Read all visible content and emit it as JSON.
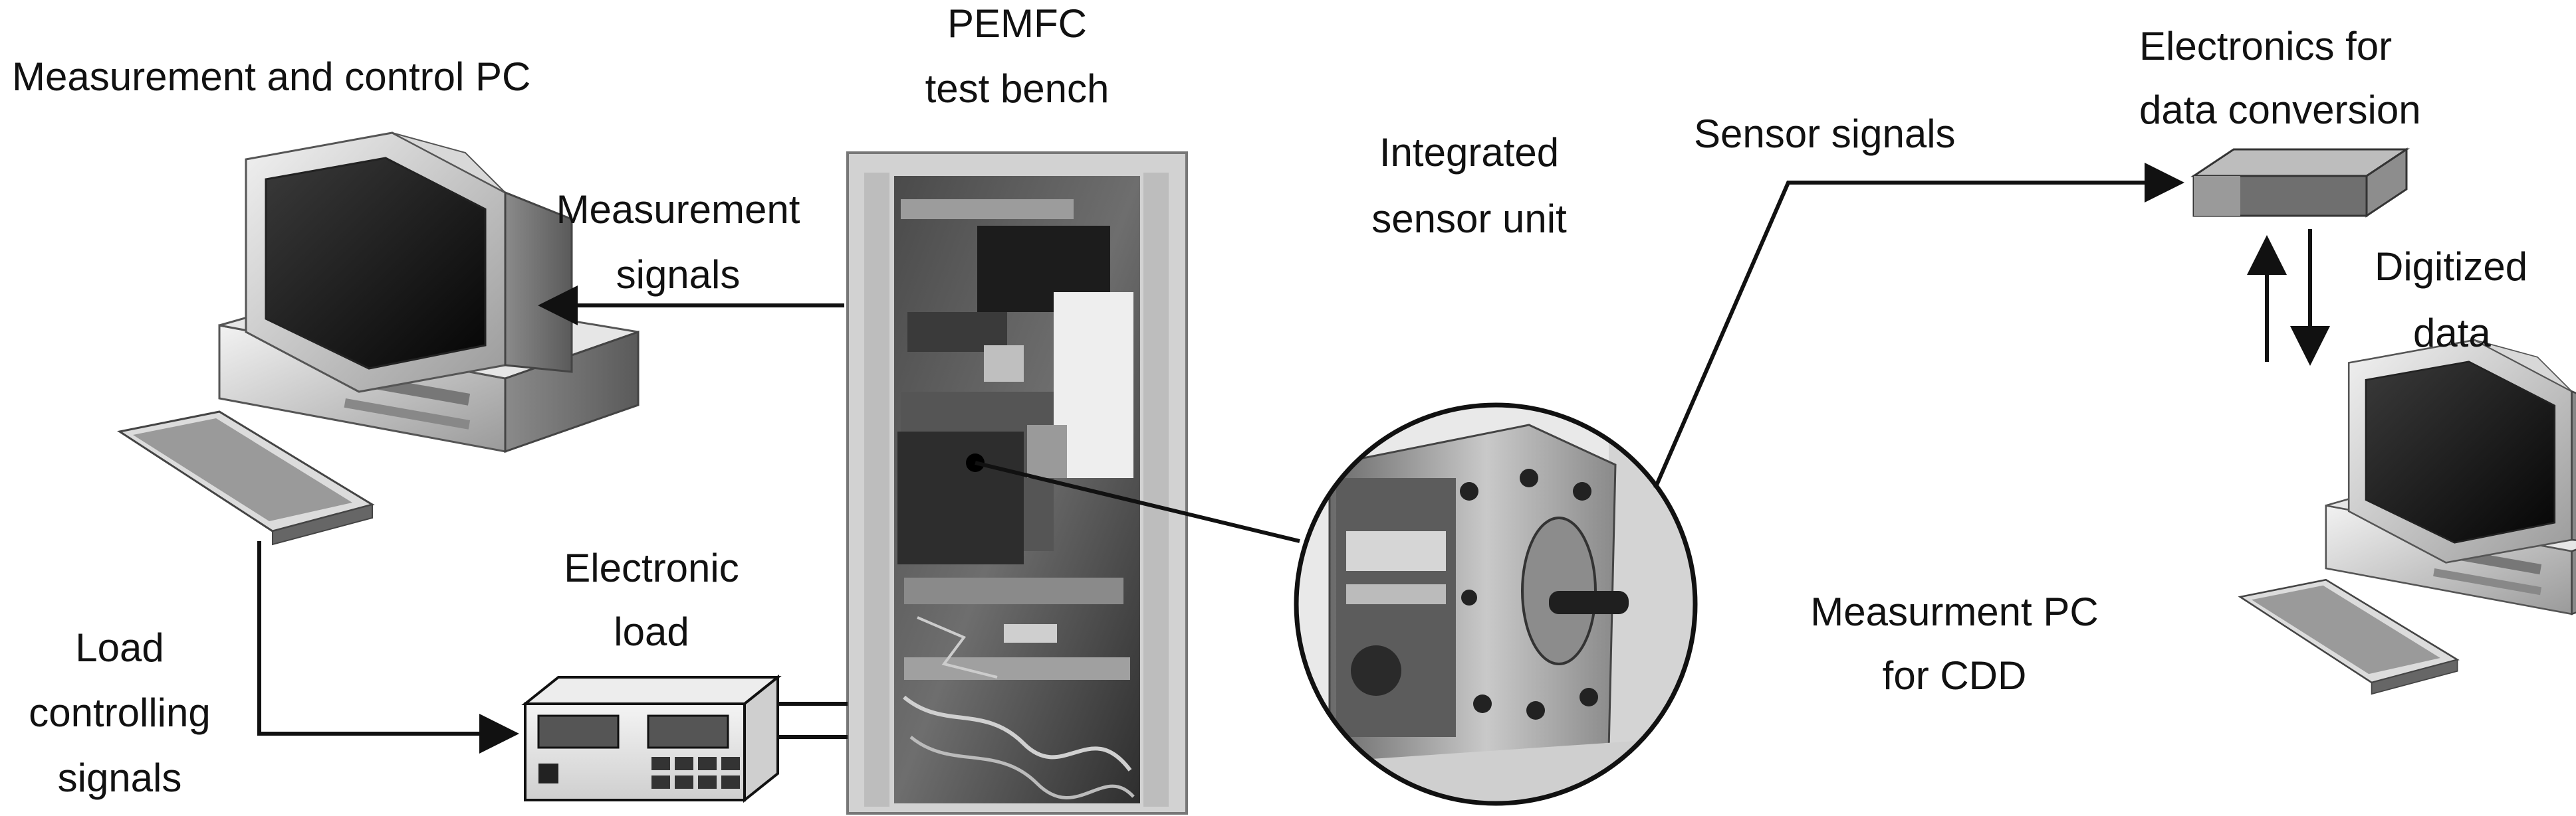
{
  "labels": {
    "pc_left_title": "Measurement and control PC",
    "bench_line1": "PEMFC",
    "bench_line2": "test bench",
    "meas_signals_line1": "Measurement",
    "meas_signals_line2": "signals",
    "integrated_line1": "Integrated",
    "integrated_line2": "sensor unit",
    "sensor_signals": "Sensor signals",
    "electronics_line1": "Electronics for",
    "electronics_line2": "data conversion",
    "digitized_line1": "Digitized",
    "digitized_line2": "data",
    "electronic_load_line1": "Electronic",
    "electronic_load_line2": "load",
    "load_ctrl_line1": "Load",
    "load_ctrl_line2": "controlling",
    "load_ctrl_line3": "signals",
    "pc_right_line1": "Measurment PC",
    "pc_right_line2": "for CDD"
  },
  "icons": {
    "left_pc": "desktop-computer-icon",
    "right_pc": "desktop-computer-icon",
    "bench": "test-bench-cabinet-photo",
    "sensor_unit": "sensor-unit-photo",
    "electronic_load": "electronic-load-device-icon",
    "converter": "data-conversion-box-icon"
  },
  "colors": {
    "line": "#111111",
    "cabinet_frame": "#c8c8c8",
    "cabinet_dark": "#2a2a2a"
  }
}
